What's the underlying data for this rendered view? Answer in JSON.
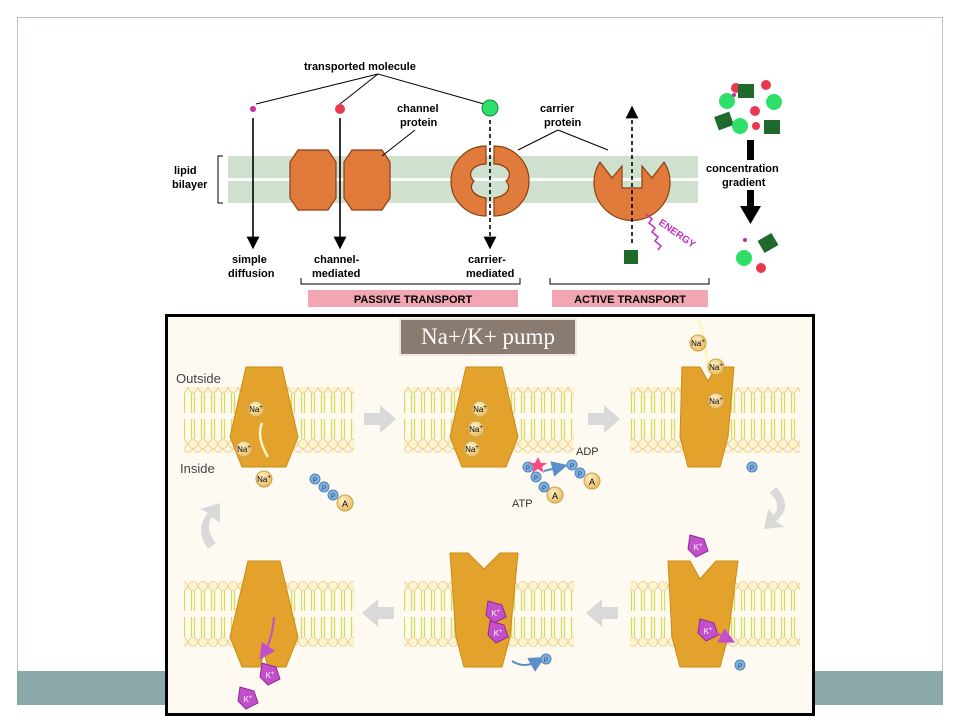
{
  "slide": {
    "title": "Na+/K+ pump"
  },
  "transport_diagram": {
    "transported_molecule": "transported molecule",
    "channel_protein": [
      "channel",
      "protein"
    ],
    "carrier_protein": [
      "carrier",
      "protein"
    ],
    "lipid_bilayer": [
      "lipid",
      "bilayer"
    ],
    "simple_diffusion": [
      "simple",
      "diffusion"
    ],
    "channel_mediated": [
      "channel-",
      "mediated"
    ],
    "carrier_mediated": [
      "carrier-",
      "mediated"
    ],
    "passive_transport": "PASSIVE TRANSPORT",
    "active_transport": "ACTIVE TRANSPORT",
    "energy": "ENERGY",
    "concentration_gradient": [
      "concentration",
      "gradient"
    ]
  },
  "pump_cycle": {
    "outside": "Outside",
    "inside": "Inside",
    "na": "Na",
    "k": "K",
    "plus": "+",
    "p": "P",
    "a": "A",
    "atp": "ATP",
    "adp": "ADP"
  },
  "colors": {
    "protein": "#e07b3c",
    "pump_protein": "#e3a22b",
    "membrane": "#cfe4cf",
    "bilayer_head": "#fff3cc",
    "potassium": "#c44fcb",
    "phosphate": "#7fb1e0",
    "passive_label_bg": "#f2a6b3",
    "active_label_bg": "#f2a6b3",
    "title_bg": "#8a7b70",
    "footer": "#8aa9a8"
  }
}
